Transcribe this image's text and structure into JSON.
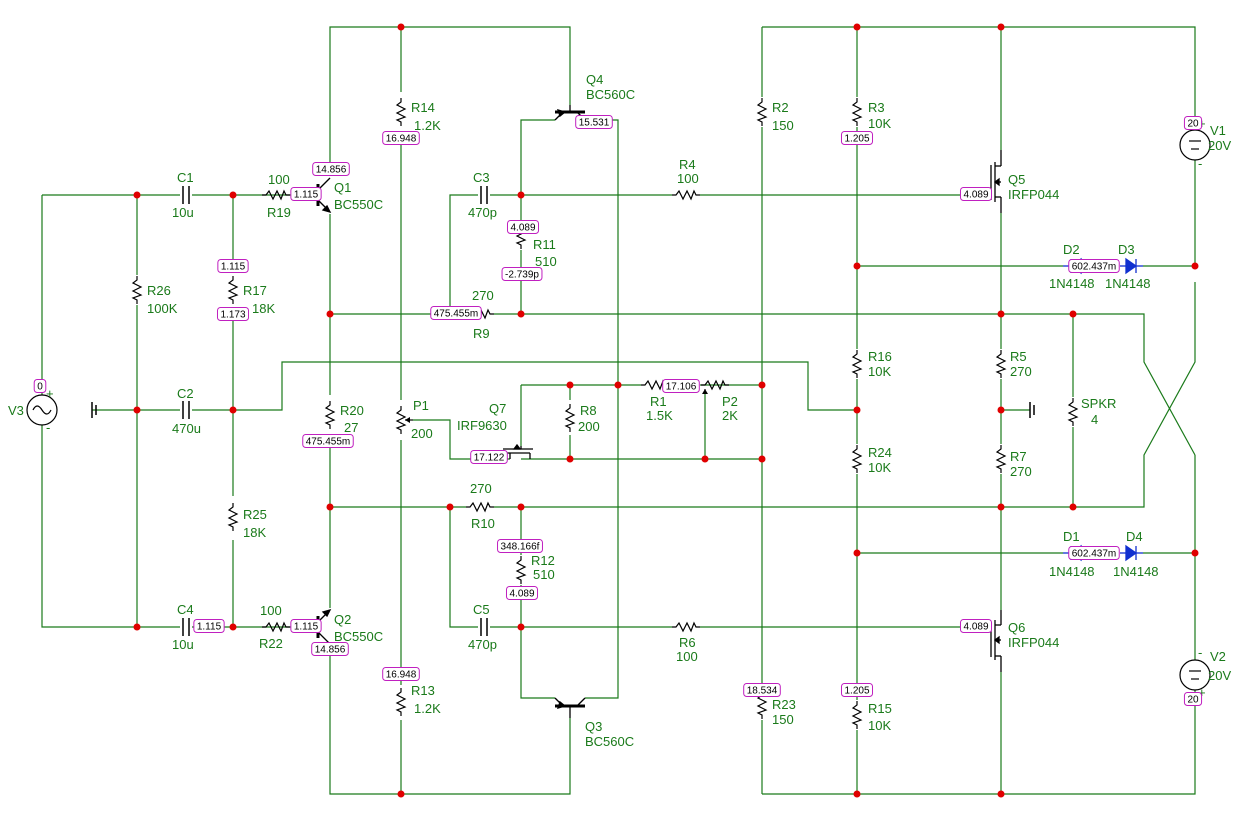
{
  "parts": {
    "c1": {
      "ref": "C1",
      "value": "10u"
    },
    "c2": {
      "ref": "C2",
      "value": "470u"
    },
    "c3": {
      "ref": "C3",
      "value": "470p"
    },
    "c4": {
      "ref": "C4",
      "value": "10u"
    },
    "c5": {
      "ref": "C5",
      "value": "470p"
    },
    "r1": {
      "ref": "R1",
      "value": "1.5K"
    },
    "r2": {
      "ref": "R2",
      "value": "150"
    },
    "r3": {
      "ref": "R3",
      "value": "10K"
    },
    "r4": {
      "ref": "R4",
      "value": "100"
    },
    "r5": {
      "ref": "R5",
      "value": "270"
    },
    "r6": {
      "ref": "R6",
      "value": "100"
    },
    "r7": {
      "ref": "R7",
      "value": "270"
    },
    "r8": {
      "ref": "R8",
      "value": "200"
    },
    "r9": {
      "ref": "R9",
      "value": "270"
    },
    "r10": {
      "ref": "R10",
      "value": "270"
    },
    "r11": {
      "ref": "R11",
      "value": "510"
    },
    "r12": {
      "ref": "R12",
      "value": "510"
    },
    "r13": {
      "ref": "R13",
      "value": "1.2K"
    },
    "r14": {
      "ref": "R14",
      "value": "1.2K"
    },
    "r15": {
      "ref": "R15",
      "value": "10K"
    },
    "r16": {
      "ref": "R16",
      "value": "10K"
    },
    "r17": {
      "ref": "R17",
      "value": "18K"
    },
    "r19": {
      "ref": "R19",
      "value": "100"
    },
    "r20": {
      "ref": "R20",
      "value": "27"
    },
    "r22": {
      "ref": "R22",
      "value": "100"
    },
    "r23": {
      "ref": "R23",
      "value": "150"
    },
    "r24": {
      "ref": "R24",
      "value": "10K"
    },
    "r25": {
      "ref": "R25",
      "value": "18K"
    },
    "r26": {
      "ref": "R26",
      "value": "100K"
    },
    "p1": {
      "ref": "P1",
      "value": "200"
    },
    "p2": {
      "ref": "P2",
      "value": "2K"
    },
    "spkr": {
      "ref": "SPKR",
      "value": "4"
    },
    "q1": {
      "ref": "Q1",
      "value": "BC550C"
    },
    "q2": {
      "ref": "Q2",
      "value": "BC550C"
    },
    "q3": {
      "ref": "Q3",
      "value": "BC560C"
    },
    "q4": {
      "ref": "Q4",
      "value": "BC560C"
    },
    "q5": {
      "ref": "Q5",
      "value": "IRFP044"
    },
    "q6": {
      "ref": "Q6",
      "value": "IRFP044"
    },
    "q7": {
      "ref": "Q7",
      "value": "IRF9630"
    },
    "d1": {
      "ref": "D1",
      "value": "1N4148"
    },
    "d2": {
      "ref": "D2",
      "value": "1N4148"
    },
    "d3": {
      "ref": "D3",
      "value": "1N4148"
    },
    "d4": {
      "ref": "D4",
      "value": "1N4148"
    },
    "v1": {
      "ref": "V1",
      "value": "20V"
    },
    "v2": {
      "ref": "V2",
      "value": "20V"
    },
    "v3": {
      "ref": "V3"
    }
  },
  "polarity": {
    "plus": "+",
    "minus": "-"
  },
  "voltages": {
    "q1_emitter": "14.856",
    "q1_base": "1.115",
    "r14": "16.948",
    "q4_emitter": "15.531",
    "r3": "1.205",
    "v1": "20",
    "q5_gate": "4.089",
    "r11_top": "4.089",
    "r11_bot": "-2.739p",
    "r17_top": "1.115",
    "r17_bot": "1.173",
    "r9": "475.455m",
    "d2": "602.437m",
    "r1": "17.106",
    "v3": "0",
    "r20": "475.455m",
    "q7_gate": "17.122",
    "r12_top": "348.166f",
    "r12_bot": "4.089",
    "d1": "602.437m",
    "c4": "1.115",
    "q2_base": "1.115",
    "q2_emitter": "14.856",
    "q6_gate": "4.089",
    "r13": "16.948",
    "r23": "18.534",
    "r15": "1.205",
    "v2": "20"
  },
  "colors": {
    "wire": "#1a7a1a",
    "node": "#e00000",
    "component": "#000000",
    "label": "#1a7a1a",
    "tag_border": "#c020c0",
    "diode": "#1030d0"
  }
}
